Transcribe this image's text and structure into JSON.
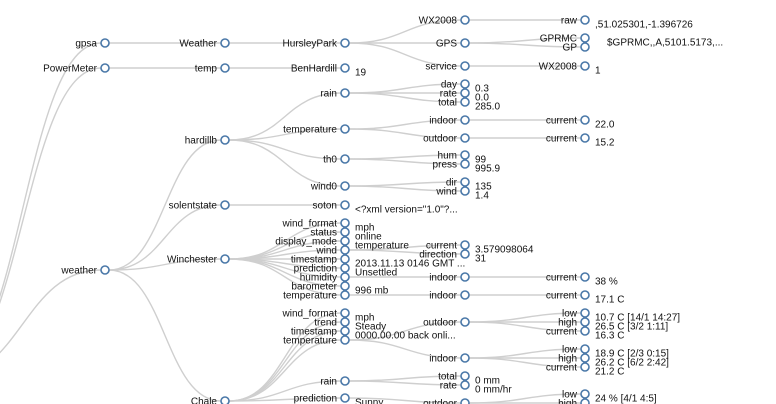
{
  "tree": {
    "top": [
      {
        "id": "gpsa",
        "label": "gpsa"
      },
      {
        "id": "weather-feed",
        "label": "Weather"
      },
      {
        "id": "hursleypark",
        "label": "HursleyPark"
      },
      {
        "id": "wx2008",
        "label": "WX2008"
      },
      {
        "id": "raw",
        "label": "raw",
        "value": ",51.025301,-1.396726"
      },
      {
        "id": "gps",
        "label": "GPS"
      },
      {
        "id": "gprmc",
        "label": "GPRMC",
        "value": "$GPRMC,,A,5101.5173,..."
      },
      {
        "id": "gp",
        "label": "GP"
      },
      {
        "id": "service",
        "label": "service"
      },
      {
        "id": "service-wx2008",
        "label": "WX2008",
        "value": "1"
      },
      {
        "id": "powermeter",
        "label": "PowerMeter"
      },
      {
        "id": "temp",
        "label": "temp"
      },
      {
        "id": "benhardill",
        "label": "BenHardill",
        "value": "19"
      }
    ],
    "weather_root": {
      "id": "weather",
      "label": "weather"
    },
    "hardillb": [
      {
        "id": "hardillb",
        "label": "hardillb"
      },
      {
        "id": "rain",
        "label": "rain"
      },
      {
        "id": "rain-day",
        "label": "day",
        "value": "0.3"
      },
      {
        "id": "rain-rate",
        "label": "rate",
        "value": "0.0"
      },
      {
        "id": "rain-total",
        "label": "total",
        "value": "285.0"
      },
      {
        "id": "temperature",
        "label": "temperature"
      },
      {
        "id": "indoor",
        "label": "indoor"
      },
      {
        "id": "indoor-current",
        "label": "current",
        "value": "22.0"
      },
      {
        "id": "outdoor",
        "label": "outdoor"
      },
      {
        "id": "outdoor-current",
        "label": "current",
        "value": "15.2"
      },
      {
        "id": "th0",
        "label": "th0"
      },
      {
        "id": "th0-hum",
        "label": "hum",
        "value": "99"
      },
      {
        "id": "th0-press",
        "label": "press",
        "value": "995.9"
      },
      {
        "id": "wind0",
        "label": "wind0"
      },
      {
        "id": "wind0-dir",
        "label": "dir",
        "value": "135"
      },
      {
        "id": "wind0-wind",
        "label": "wind",
        "value": "1.4"
      }
    ],
    "solent": [
      {
        "id": "solentstate",
        "label": "solentstate"
      },
      {
        "id": "soton",
        "label": "soton",
        "value": "<?xml version=\"1.0\"?..."
      }
    ],
    "winchester": [
      {
        "id": "winchester",
        "label": "Winchester"
      },
      {
        "id": "w-wind-format",
        "label": "wind_format",
        "value": "mph"
      },
      {
        "id": "w-status",
        "label": "status",
        "value": "online"
      },
      {
        "id": "w-display-mode",
        "label": "display_mode",
        "value": "temperature"
      },
      {
        "id": "w-wind",
        "label": "wind"
      },
      {
        "id": "w-wind-current",
        "label": "current",
        "value": "3.579098064"
      },
      {
        "id": "w-wind-direction",
        "label": "direction",
        "value": "31"
      },
      {
        "id": "w-timestamp",
        "label": "timestamp",
        "value": "2013.11.13 0146 GMT ..."
      },
      {
        "id": "w-prediction",
        "label": "prediction",
        "value": "Unsettled"
      },
      {
        "id": "w-humidity",
        "label": "humidity"
      },
      {
        "id": "w-humidity-indoor",
        "label": "indoor"
      },
      {
        "id": "w-humidity-indoor-current",
        "label": "current",
        "value": "38 %"
      },
      {
        "id": "w-barometer",
        "label": "barometer",
        "value": "996 mb"
      },
      {
        "id": "w-temperature",
        "label": "temperature"
      },
      {
        "id": "w-temperature-indoor",
        "label": "indoor"
      },
      {
        "id": "w-temperature-indoor-current",
        "label": "current",
        "value": "17.1 C"
      }
    ],
    "chale": [
      {
        "id": "c-wind-format",
        "label": "wind_format",
        "value": "mph"
      },
      {
        "id": "c-trend",
        "label": "trend",
        "value": "Steady"
      },
      {
        "id": "c-timestamp",
        "label": "timestamp",
        "value": "0000.00.00 back onli..."
      },
      {
        "id": "c-temperature",
        "label": "temperature"
      },
      {
        "id": "c-outdoor",
        "label": "outdoor"
      },
      {
        "id": "c-outdoor-low",
        "label": "low",
        "value": "10.7 C [14/1 14:27]"
      },
      {
        "id": "c-outdoor-high",
        "label": "high",
        "value": "26.5 C [3/2 1:11]"
      },
      {
        "id": "c-outdoor-current",
        "label": "current",
        "value": "16.3 C"
      },
      {
        "id": "c-indoor",
        "label": "indoor"
      },
      {
        "id": "c-indoor-low",
        "label": "low",
        "value": "18.9 C [2/3 0:15]"
      },
      {
        "id": "c-indoor-high",
        "label": "high",
        "value": "26.2 C [6/2 2:42]"
      },
      {
        "id": "c-indoor-current",
        "label": "current",
        "value": "21.2 C"
      },
      {
        "id": "chale",
        "label": "Chale"
      },
      {
        "id": "c-rain",
        "label": "rain"
      },
      {
        "id": "c-rain-total",
        "label": "total",
        "value": "0 mm"
      },
      {
        "id": "c-rain-rate",
        "label": "rate",
        "value": "0 mm/hr"
      },
      {
        "id": "c-prediction",
        "label": "prediction",
        "value": "Sunny"
      },
      {
        "id": "c-outdoor2",
        "label": "outdoor"
      },
      {
        "id": "c-outdoor2-low",
        "label": "low",
        "value": "24 % [4/1 4:5]"
      },
      {
        "id": "c-outdoor2-high",
        "label": "high"
      }
    ],
    "colors": {
      "node_stroke": "#4a78a8",
      "link": "#cfcfcf",
      "text": "#111111"
    }
  }
}
